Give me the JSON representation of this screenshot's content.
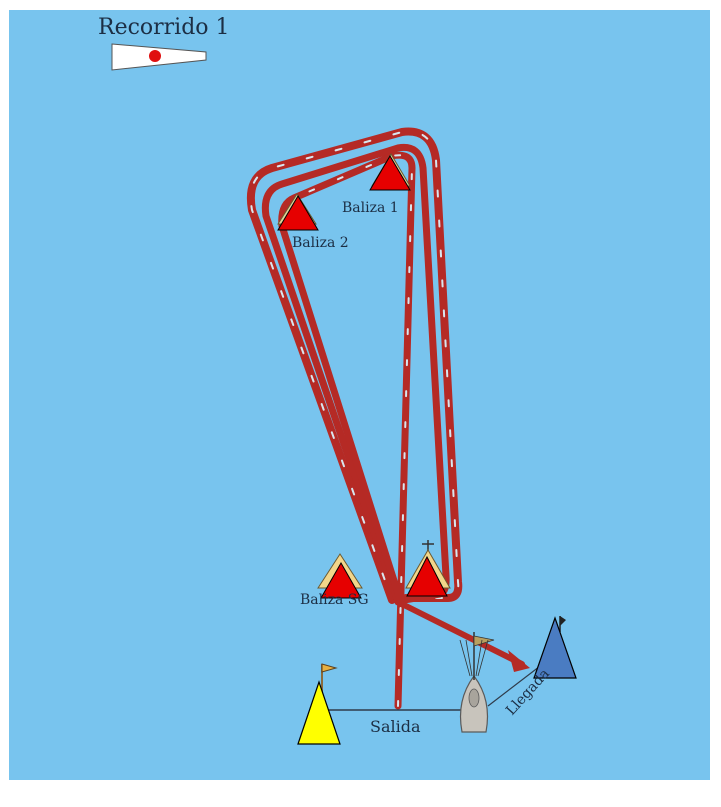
{
  "title": "Recorrido 1",
  "marks": {
    "baliza_1": "Baliza 1",
    "baliza_2": "Baliza 2",
    "baliza_sg": "Baliza SG"
  },
  "start_label": "Salida",
  "finish_label": "Llegada",
  "colors": {
    "water": "#78c4ee",
    "route": "#b52a25",
    "route_inner": "#d8e6ef",
    "mark_red": "#e60000",
    "mark_yellow": "#ffff00",
    "mark_blue": "#4a7cc2",
    "flag": "#ffffff",
    "flag_dot": "#e01010"
  }
}
